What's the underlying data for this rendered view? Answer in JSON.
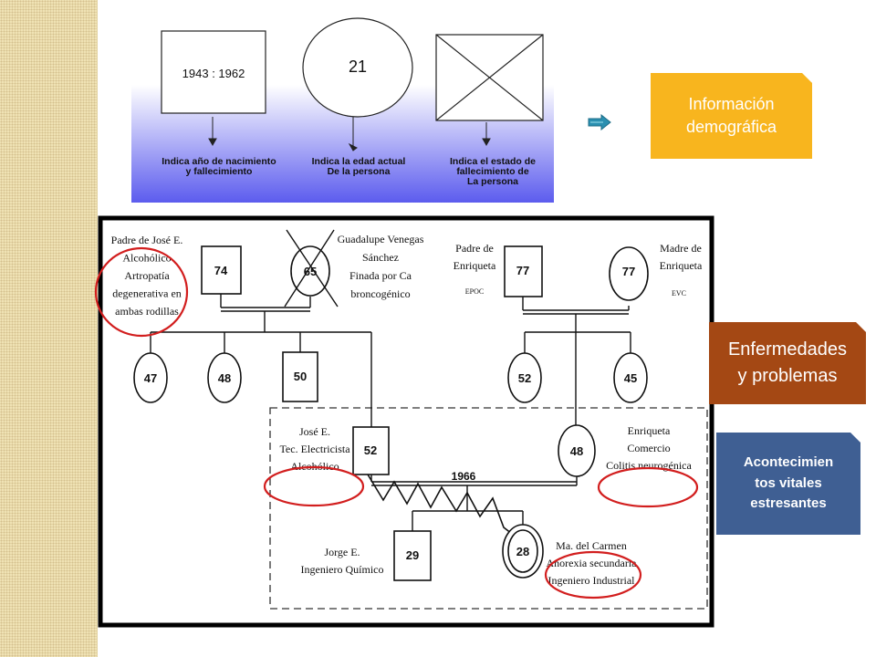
{
  "legend": {
    "box_text": "1943 : 1962",
    "circle_text": "21",
    "caption_birth_death": "Indica año de nacimiento\ny fallecimiento",
    "caption_age": "Indica la edad actual\nDe la persona",
    "caption_deceased": "Indica el estado de\nfallecimiento de\nLa persona"
  },
  "genogram": {
    "paternal_grandfather": {
      "note": "Padre de José E.\nAlcohólico\nArtropatía\ndegenerativa en\nambas rodillas",
      "age": "74"
    },
    "paternal_grandmother": {
      "note": "Guadalupe Venegas\nSánchez\nFinada por Ca\nbroncogénico",
      "age": "65"
    },
    "maternal_grandfather": {
      "note": "Padre de\nEnriqueta",
      "sub": "EPOC",
      "age": "77"
    },
    "maternal_grandmother": {
      "note": "Madre de\nEnriqueta",
      "sub": "EVC",
      "age": "77"
    },
    "paternal_siblings": [
      "47",
      "48",
      "50"
    ],
    "maternal_siblings": [
      "52",
      "45"
    ],
    "father": {
      "note": "José E.\nTec. Electricista\nAlcohólico",
      "age": "52"
    },
    "mother": {
      "note": "Enriqueta\nComercio\nColitis neurogénica",
      "age": "48"
    },
    "marriage_year": "1966",
    "son": {
      "note": "Jorge E.\nIngeniero Químico",
      "age": "29"
    },
    "daughter": {
      "note": "Ma. del Carmen\nAnorexia secundaria\nIngeniero Industrial",
      "age": "28"
    }
  },
  "callouts": {
    "demographics": "Información\ndemográfica",
    "illnesses": "Enfermedades\ny problemas",
    "life_events": "Acontecimien\ntos vitales\nestresantes"
  },
  "colors": {
    "legend_gradient_top": "#ffffff",
    "legend_gradient_bottom": "#6060ee",
    "callout_demographics": "#f8b51e",
    "callout_illnesses": "#a44814",
    "callout_life_events": "#3f5f93",
    "highlight_circle": "#d21e1e",
    "arrow_icon": "#2a8fb0"
  }
}
